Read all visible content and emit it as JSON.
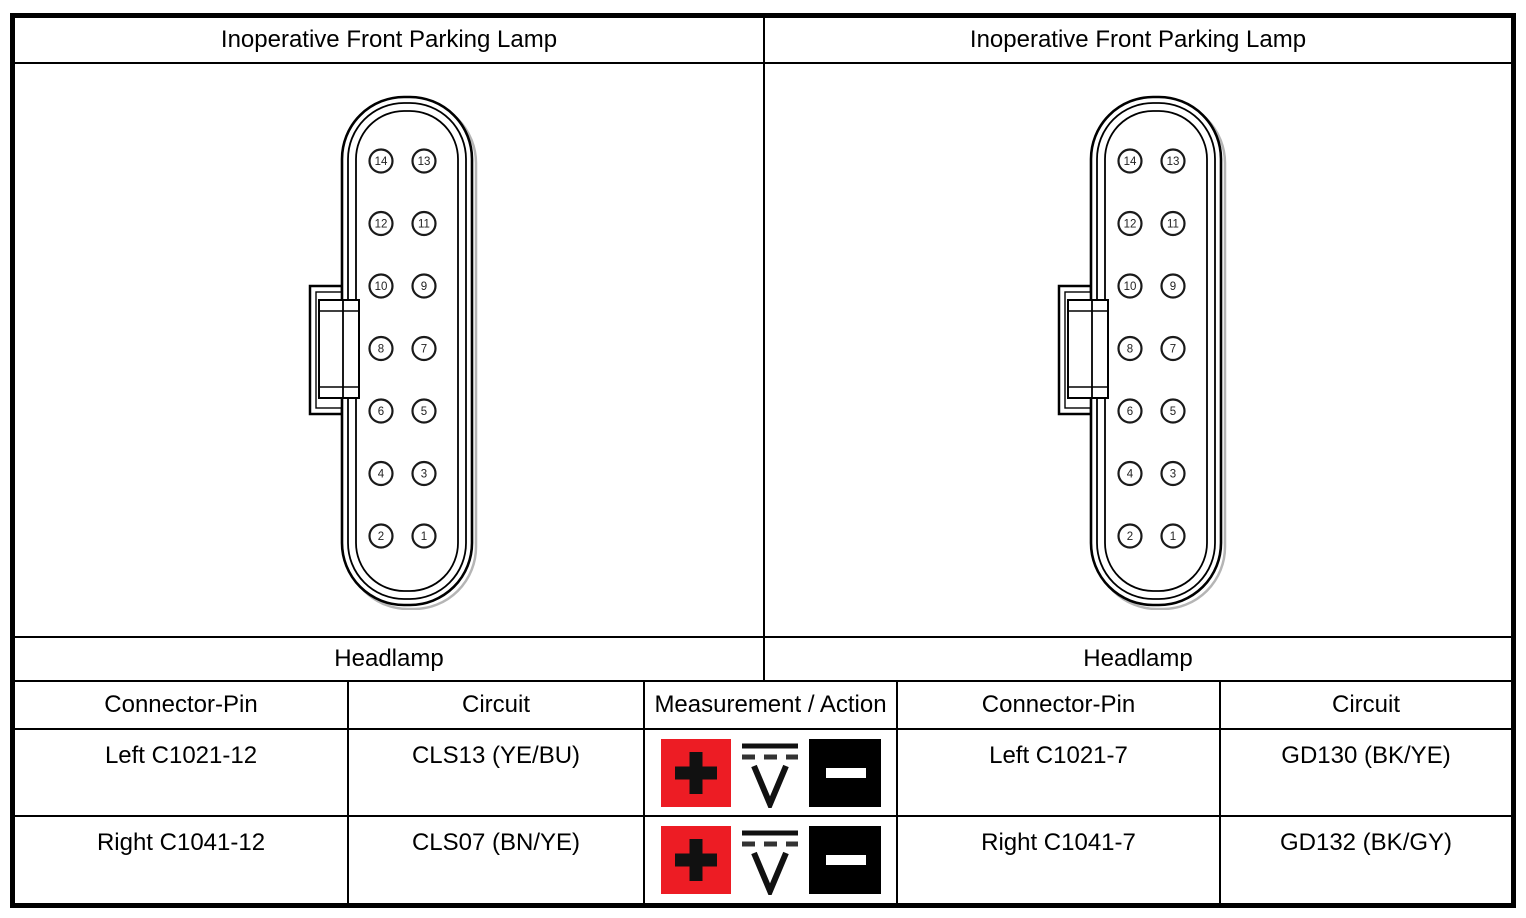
{
  "colors": {
    "probe_red": "#ED1C24",
    "probe_black": "#000000",
    "line": "#000000"
  },
  "panels": [
    {
      "title": "Inoperative Front Parking Lamp",
      "caption": "Headlamp"
    },
    {
      "title": "Inoperative Front Parking Lamp",
      "caption": "Headlamp"
    }
  ],
  "connector": {
    "pin_rows": [
      [
        "14",
        "13"
      ],
      [
        "12",
        "11"
      ],
      [
        "10",
        "9"
      ],
      [
        "8",
        "7"
      ],
      [
        "6",
        "5"
      ],
      [
        "4",
        "3"
      ],
      [
        "2",
        "1"
      ]
    ]
  },
  "table": {
    "headers": [
      "Connector-Pin",
      "Circuit",
      "Measurement / Action",
      "Connector-Pin",
      "Circuit"
    ],
    "rows": [
      {
        "left_pin": "Left C1021-12",
        "left_circuit": "CLS13 (YE/BU)",
        "right_pin": "Left C1021-7",
        "right_circuit": "GD130 (BK/YE)"
      },
      {
        "left_pin": "Right C1041-12",
        "left_circuit": "CLS07 (BN/YE)",
        "right_pin": "Right C1041-7",
        "right_circuit": "GD132 (BK/GY)"
      }
    ],
    "measurement_icons": [
      "positive-probe",
      "dc-voltmeter",
      "negative-probe"
    ]
  }
}
